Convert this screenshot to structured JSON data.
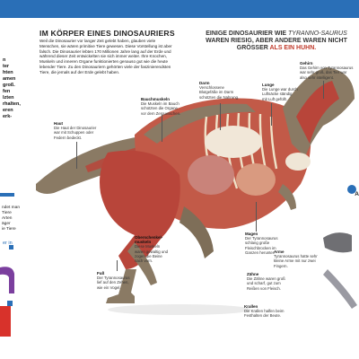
{
  "main_title": "IM KÖRPER EINES DINOSAURIERS",
  "intro_text": "Weil die Dinosaurier vor langer Zeit gelebt haben, glauben viele Menschen, sie wären primitive Tiere gewesen. Diese Vorstellung ist aber falsch. Die Dinosaurier lebten 170 Millionen Jahre lang auf der Erde und während dieser Zeit entwickelten sie sich immer weiter. Ihre Knochen, Muskeln und inneren Organe funktionierten genauso gut wie die heute lebender Tiere. Zu den Dinosauriern gehörten viele der faszinierendsten Tiere, die jemals auf der Erde gelebt haben.",
  "headline": {
    "part1": "EINIGE DINOSAURIER WIE",
    "italic": "TYRANNO-SAURUS",
    "part2": "WAREN RIESIG, ABER ANDERE WAREN NICHT GRÖSSER",
    "red": "ALS EIN HUHN."
  },
  "labels": [
    {
      "id": "gehirn",
      "title": "Gehirn",
      "text": "Das Gehirn von Tyrannosaurus war sehr groß, das Tier war also sehr intelligent."
    },
    {
      "id": "darm",
      "title": "Darm",
      "text": "Verschlossene Blutgefäße im Darm schützten die Nahrung."
    },
    {
      "id": "lunge",
      "title": "Lunge",
      "text": "Die Lunge war durch Luftsäcke ständig mit Luft gefüllt."
    },
    {
      "id": "bauchmuskeln",
      "title": "Bauchmuskeln",
      "text": "Die Muskeln im Bauch schützten die Organe vor dem Zerquetschen."
    },
    {
      "id": "haut",
      "title": "Haut",
      "text": "Die Haut der Dinosaurier war mit Schuppen oder Federn bedeckt."
    },
    {
      "id": "oberschenkelmuskeln",
      "title": "Oberschenkel-muskeln",
      "text": "Diese Muskeln waren gewaltig und zogen die Beine nach vorn."
    },
    {
      "id": "fuss",
      "title": "Fuß",
      "text": "Der Tyrannosaurus lief auf den Zehen, wie ein Vogel."
    },
    {
      "id": "magen",
      "title": "Magen",
      "text": "Der Tyrannosaurus schlang große Fleischbrocken im Ganzen herunter."
    },
    {
      "id": "arme",
      "title": "Arme",
      "text": "Tyrannosaurus hatte sehr kleine Arme mit nur zwei Fingern."
    },
    {
      "id": "zaehne",
      "title": "Zähne",
      "text": "Die Zähne waren groß und scharf, gut zum Reißen von Fleisch."
    },
    {
      "id": "krallen",
      "title": "Krallen",
      "text": "Die Krallen halfen beim Festhalten der Beute."
    }
  ],
  "sidebar_left": {
    "words": [
      "n",
      "ter",
      "hten",
      "amen",
      "groß.",
      "fen",
      "lzten",
      "rhalten,",
      "eren",
      "erk-"
    ],
    "lower_text": [
      "ndet man",
      "Tiere",
      "Arten",
      "äger",
      "ie Tiere"
    ],
    "icon_label": "er in"
  },
  "right_callout": {
    "title": "A"
  },
  "colors": {
    "topbar": "#2a6fb7",
    "muscle": "#b8453a",
    "accent_red": "#c03a2b",
    "skin": "#8a7a64"
  }
}
